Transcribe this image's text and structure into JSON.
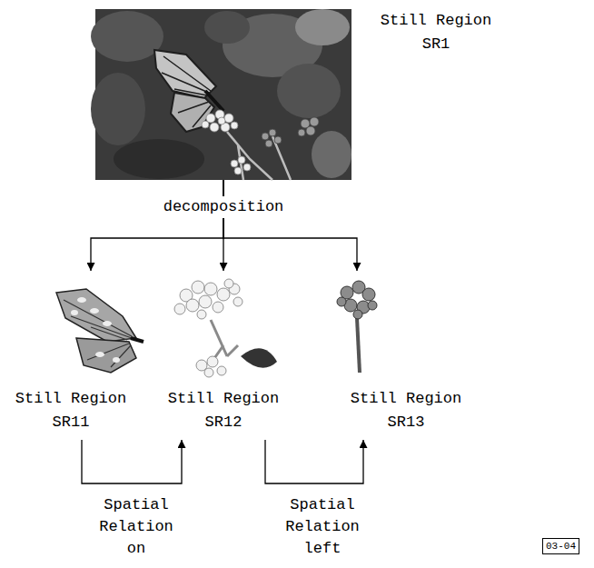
{
  "diagram": {
    "nodes": [
      {
        "text": [
          "Still Region SR1"
        ]
      },
      {
        "text": [
          "Still Region SR11"
        ]
      },
      {
        "text": [
          "Still Region SR12"
        ]
      },
      {
        "text": [
          "Still Region SR13"
        ]
      }
    ],
    "edges": [
      {
        "from": 0,
        "to": 1,
        "arrow": "to"
      },
      {
        "from": 0,
        "to": 2,
        "arrow": "to",
        "label": "decomposition"
      },
      {
        "from": 0,
        "to": 3,
        "arrow": "to"
      },
      {
        "from": 1,
        "to": 2,
        "arrow": "to",
        "label": "Spatial Relation on"
      },
      {
        "from": 2,
        "to": 3,
        "arrow": "to",
        "label": "Spatial Relation left"
      }
    ],
    "labels": [
      "03-04"
    ]
  }
}
